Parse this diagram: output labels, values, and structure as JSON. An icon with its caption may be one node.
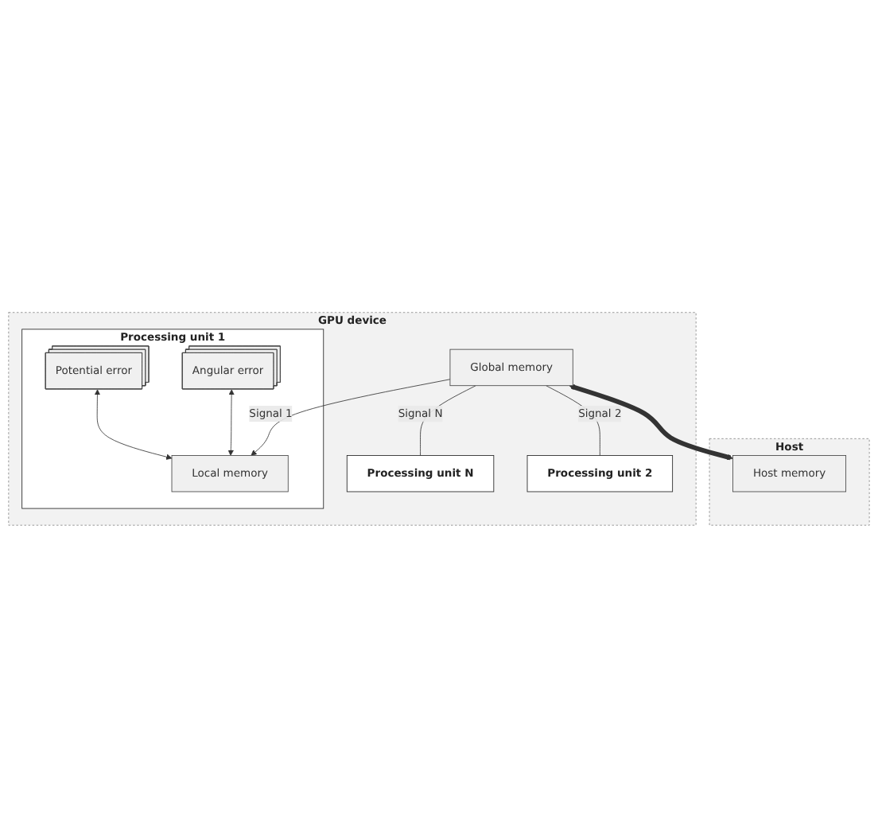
{
  "diagram": {
    "nodes": [
      {
        "text": [
          "GPU device"
        ]
      },
      {
        "text": [
          "Processing unit N"
        ],
        "in": 0
      },
      {
        "text": [
          "Processing unit 2"
        ],
        "in": 0
      },
      {
        "text": [
          "Processing unit 1"
        ],
        "in": 0
      },
      {
        "text": [
          "Potential error"
        ],
        "in": 3
      },
      {
        "text": [
          "Angular error"
        ],
        "in": 3
      },
      {
        "text": [
          "Local memory"
        ],
        "in": 3
      },
      {
        "text": [
          "Global memory"
        ],
        "in": 0
      },
      {
        "text": [
          "Host"
        ]
      },
      {
        "text": [
          "Host memory"
        ],
        "in": 8
      }
    ],
    "edges": [
      {
        "from": 4,
        "to": 6,
        "arrow": "both"
      },
      {
        "from": 5,
        "to": 6,
        "arrow": "both"
      },
      {
        "from": 7,
        "to": 6,
        "arrow": "to",
        "label": "Signal 1"
      },
      {
        "from": 7,
        "to": 2,
        "arrow": "none",
        "label": "Signal 2"
      },
      {
        "from": 7,
        "to": 1,
        "arrow": "none",
        "label": "Signal N"
      },
      {
        "from": 7,
        "to": 9,
        "arrow": "both",
        "style": "thick"
      }
    ]
  }
}
